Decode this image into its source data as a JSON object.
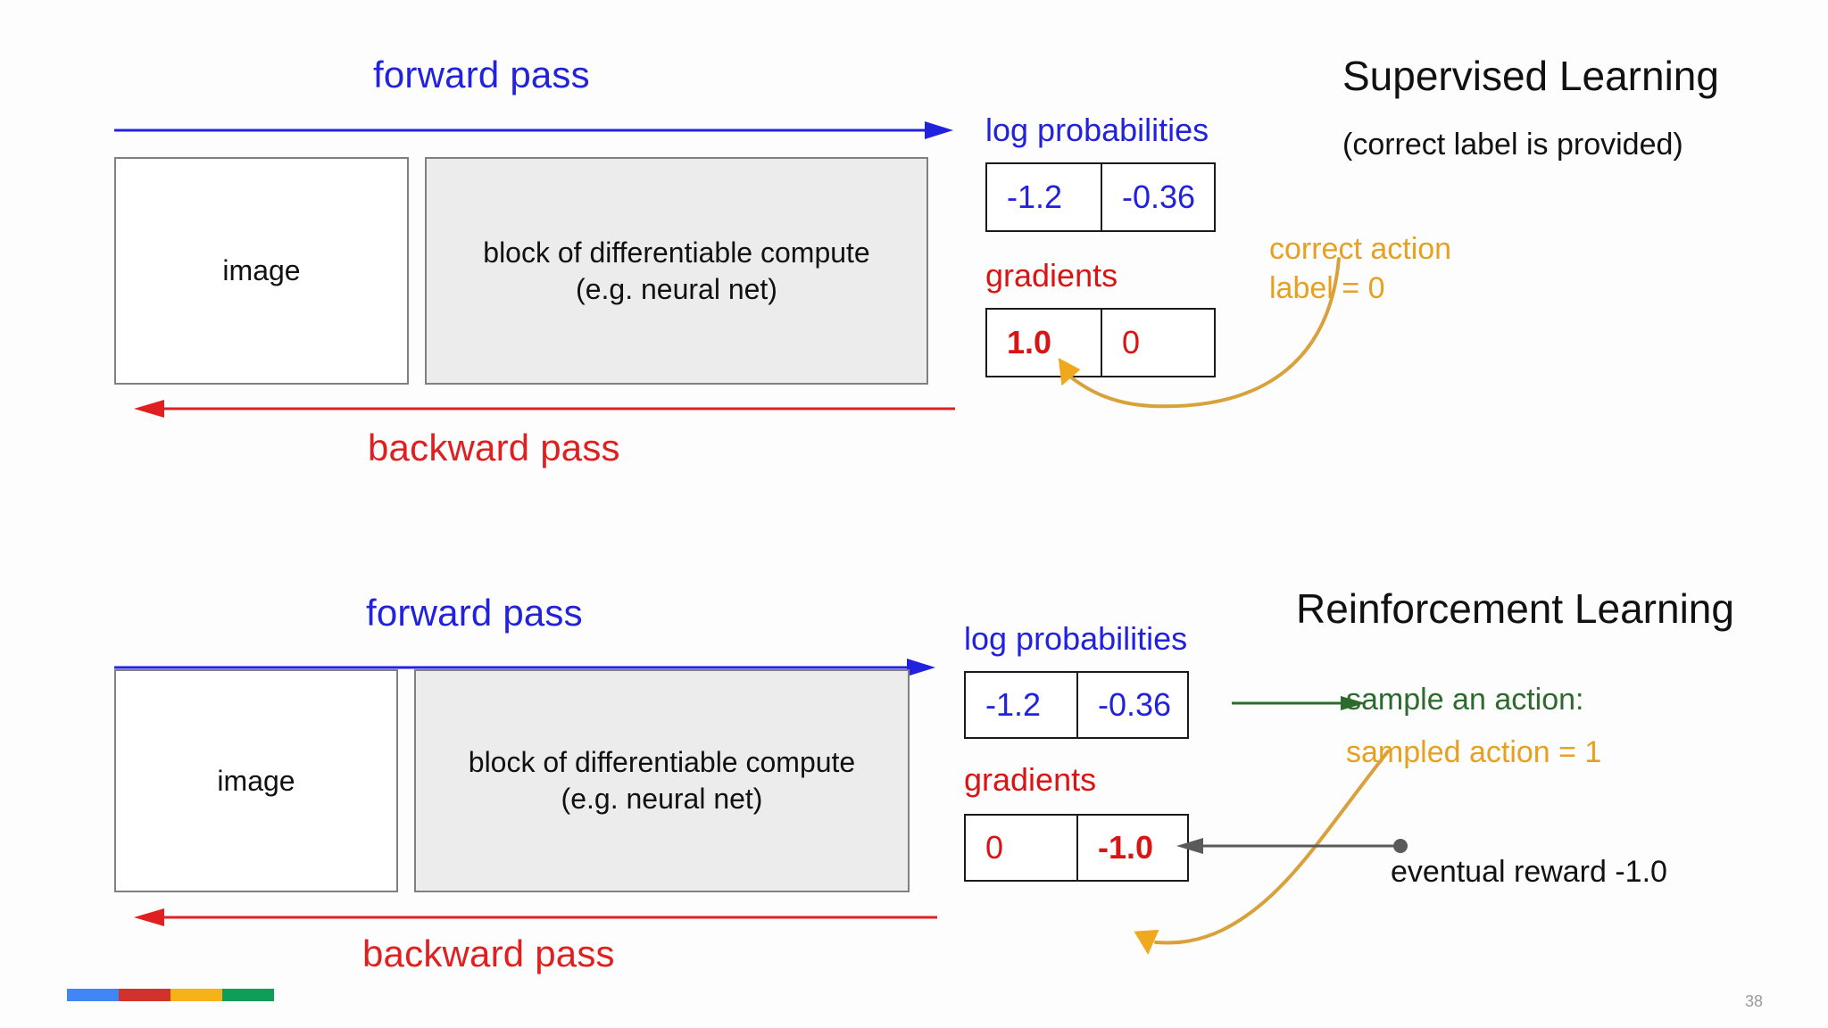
{
  "slide": {
    "page_number": "38",
    "brand_bar_colors": [
      "#4285f4",
      "#d2322c",
      "#f6b319",
      "#109d58"
    ]
  },
  "colors": {
    "forward_blue": "#2222dd",
    "backward_red": "#e02020",
    "gradient_red": "#d81414",
    "orange": "#e8a020",
    "green": "#2c6b2c",
    "gray_arrow": "#5a5a5a",
    "box_border": "#808080",
    "box_shade": "#ececec",
    "table_border": "#1a1a1a"
  },
  "panels": [
    {
      "id": "supervised",
      "title": "Supervised Learning",
      "subtitle": "(correct label is provided)",
      "forward_label": "forward pass",
      "backward_label": "backward pass",
      "image_box_label": "image",
      "compute_box_line1": "block of differentiable compute",
      "compute_box_line2": "(e.g. neural net)",
      "logprob_label": "log probabilities",
      "logprob_values": [
        "-1.2",
        "-0.36"
      ],
      "gradients_label": "gradients",
      "gradients_values": [
        "1.0",
        "0"
      ],
      "gradients_bold": [
        true,
        false
      ],
      "annotation_line1": "correct action",
      "annotation_line2": "label =  0"
    },
    {
      "id": "reinforcement",
      "title": "Reinforcement Learning",
      "subtitle": "",
      "forward_label": "forward pass",
      "backward_label": "backward pass",
      "image_box_label": "image",
      "compute_box_line1": "block of differentiable compute",
      "compute_box_line2": "(e.g. neural net)",
      "logprob_label": "log probabilities",
      "logprob_values": [
        "-1.2",
        "-0.36"
      ],
      "gradients_label": "gradients",
      "gradients_values": [
        "0",
        "-1.0"
      ],
      "gradients_bold": [
        false,
        true
      ],
      "sample_label": "sample an action:",
      "sampled_action": "sampled action = 1",
      "reward_label": "eventual reward -1.0"
    }
  ]
}
